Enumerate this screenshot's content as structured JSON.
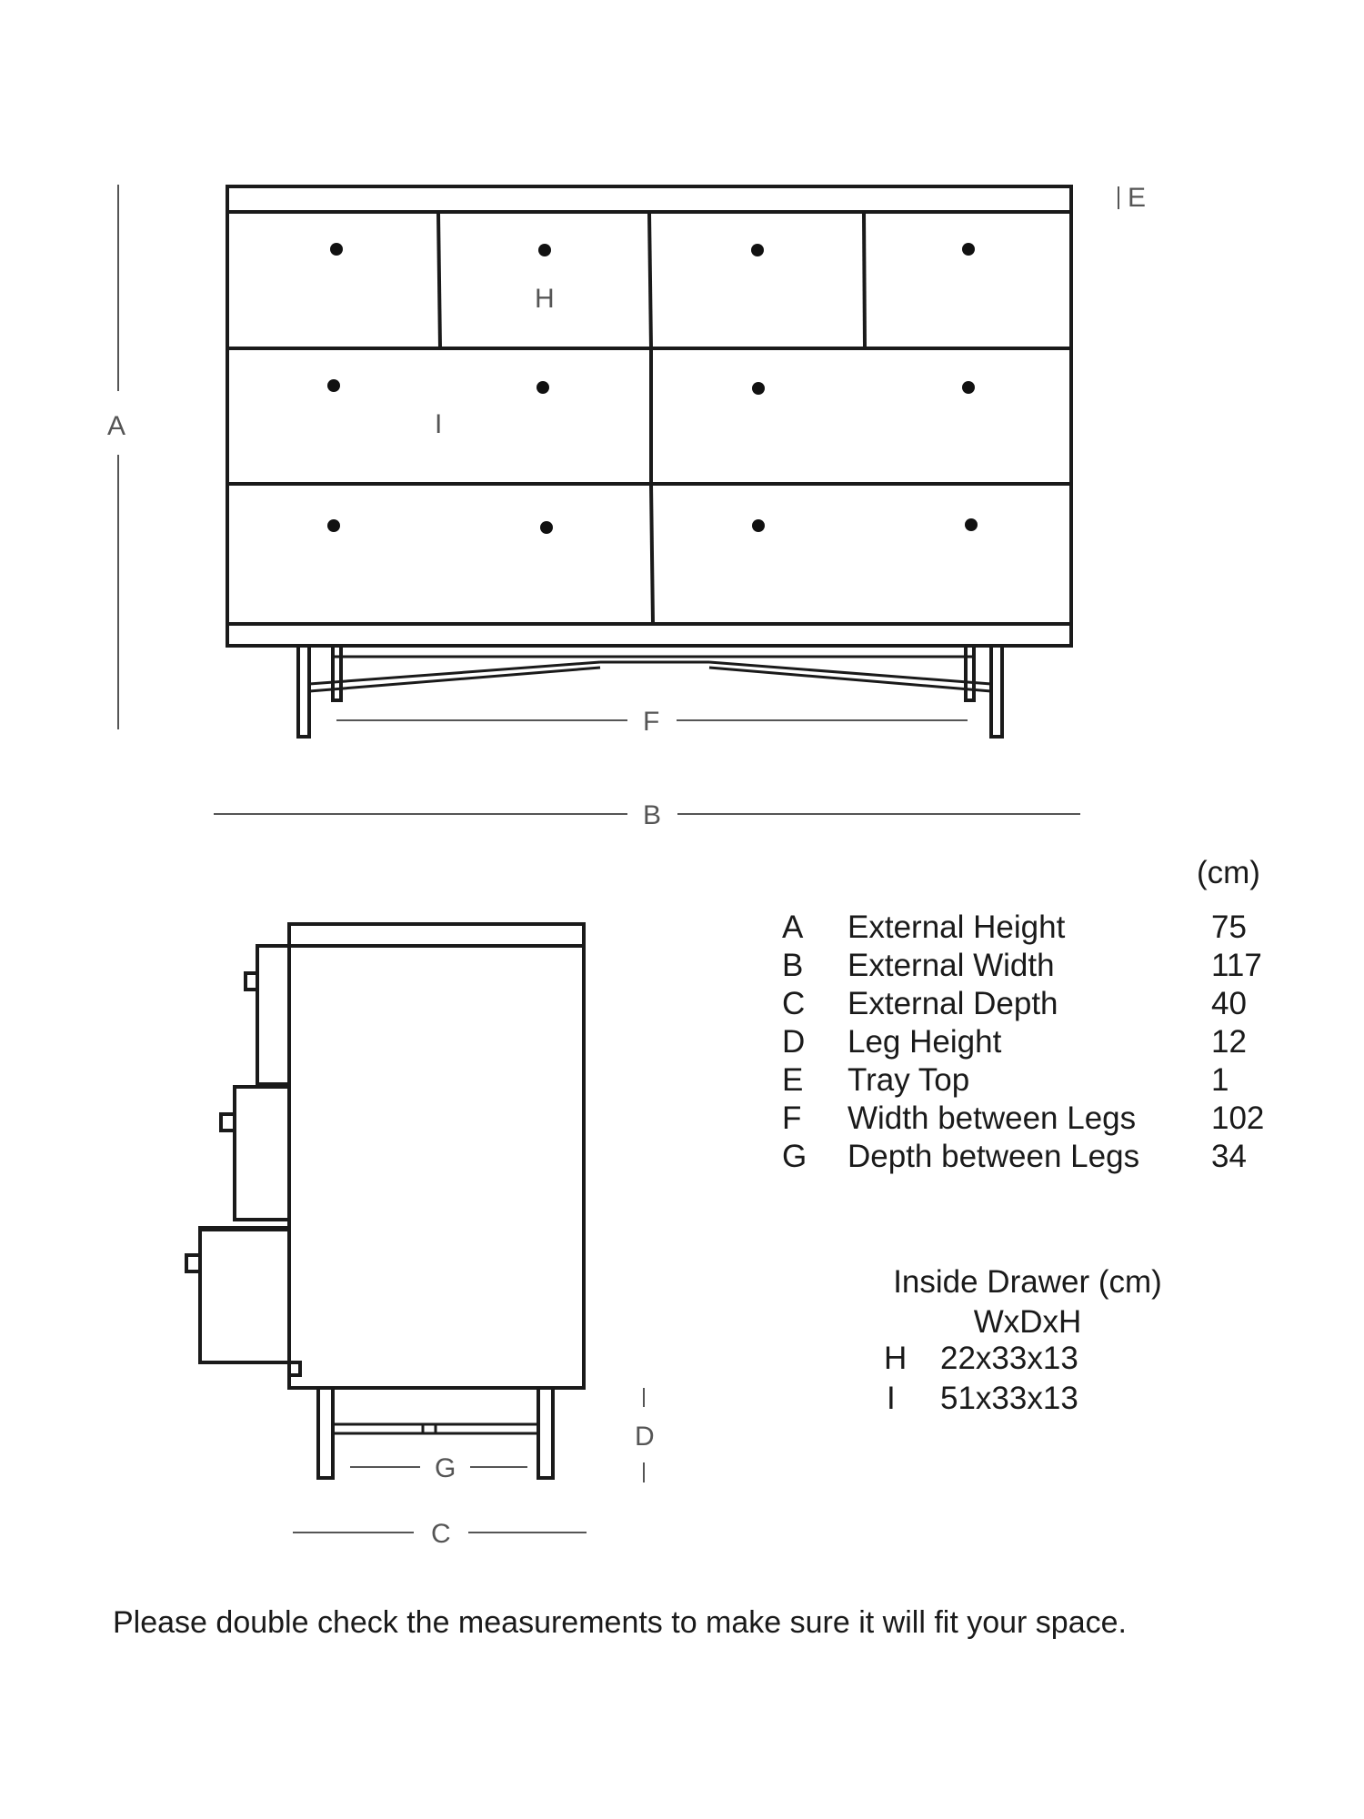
{
  "diagram_labels": {
    "A": "A",
    "B": "B",
    "C": "C",
    "D": "D",
    "E": "E",
    "F": "F",
    "G": "G",
    "H": "H",
    "I": "I"
  },
  "unit_label": "(cm)",
  "specs": [
    {
      "letter": "A",
      "name": "External Height",
      "value": "75"
    },
    {
      "letter": "B",
      "name": "External Width",
      "value": "117"
    },
    {
      "letter": "C",
      "name": "External Depth",
      "value": "40"
    },
    {
      "letter": "D",
      "name": "Leg Height",
      "value": "12"
    },
    {
      "letter": "E",
      "name": "Tray Top",
      "value": "1"
    },
    {
      "letter": "F",
      "name": "Width between Legs",
      "value": "102"
    },
    {
      "letter": "G",
      "name": "Depth between Legs",
      "value": "34"
    }
  ],
  "inside_drawer": {
    "title": "Inside Drawer (cm)",
    "subtitle": "WxDxH",
    "rows": [
      {
        "letter": "H",
        "value": "22x33x13"
      },
      {
        "letter": "I",
        "value": "51x33x13"
      }
    ]
  },
  "footer_note": "Please double check the measurements to make sure it will fit your space.",
  "colors": {
    "line": "#1a1a1a",
    "dimension": "#555555",
    "knob": "#111111"
  }
}
